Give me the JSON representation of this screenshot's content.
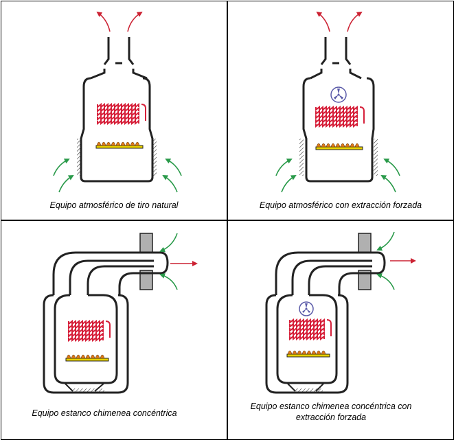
{
  "panels": [
    {
      "caption": "Equipo atmosférico de tiro natural"
    },
    {
      "caption": "Equipo atmosférico con extracción forzada"
    },
    {
      "caption": "Equipo estanco chimenea concéntrica"
    },
    {
      "caption": "Equipo estanco chimenea concéntrica con extracción forzada"
    }
  ],
  "colors": {
    "outline": "#222222",
    "exhaust_arrow": "#cc2233",
    "intake_arrow": "#2a9a4a",
    "heat_exchanger": "#d6203a",
    "burner_base": "#e8d000",
    "flame": "#e07a1a",
    "fan": "#5a5aa8",
    "wall": "#b0b0b0"
  },
  "icons": [
    "exhaust-arrow",
    "intake-arrow",
    "fan-icon",
    "burner",
    "heat-exchanger"
  ]
}
